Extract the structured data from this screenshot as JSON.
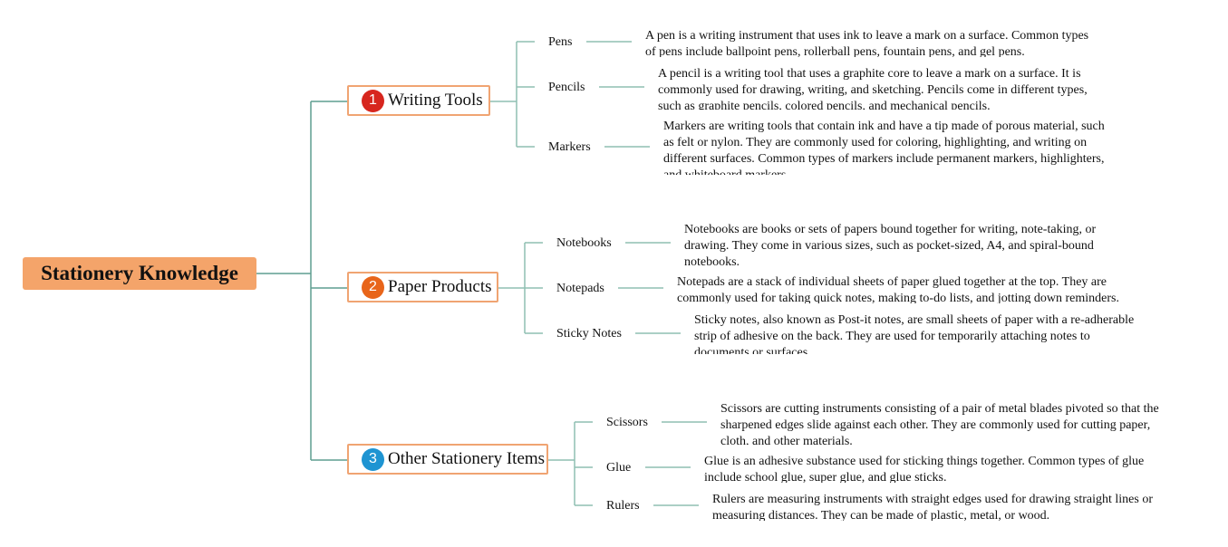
{
  "root": {
    "label": "Stationery Knowledge"
  },
  "branches": [
    {
      "number": "1",
      "label": "Writing Tools",
      "badge_color": "#d7261e",
      "items": [
        {
          "label": "Pens",
          "description": "A pen is a writing instrument that uses ink to leave a mark on a surface. Common types of pens include ballpoint pens, rollerball pens, fountain pens, and gel pens."
        },
        {
          "label": "Pencils",
          "description": "A pencil is a writing tool that uses a graphite core to leave a mark on a surface. It is commonly used for drawing, writing, and sketching. Pencils come in different types, such as graphite pencils, colored pencils, and mechanical pencils."
        },
        {
          "label": "Markers",
          "description": "Markers are writing tools that contain ink and have a tip made of porous material, such as felt or nylon. They are commonly used for coloring, highlighting, and writing on different surfaces. Common types of markers include permanent markers, highlighters, and whiteboard markers."
        }
      ]
    },
    {
      "number": "2",
      "label": "Paper Products",
      "badge_color": "#e8651a",
      "items": [
        {
          "label": "Notebooks",
          "description": "Notebooks are books or sets of papers bound together for writing, note-taking, or drawing. They come in various sizes, such as pocket-sized, A4, and spiral-bound notebooks."
        },
        {
          "label": "Notepads",
          "description": "Notepads are a stack of individual sheets of paper glued together at the top. They are commonly used for taking quick notes, making to-do lists, and jotting down reminders."
        },
        {
          "label": "Sticky Notes",
          "description": "Sticky notes, also known as Post-it notes, are small sheets of paper with a re-adherable strip of adhesive on the back. They are used for temporarily attaching notes to documents or surfaces."
        }
      ]
    },
    {
      "number": "3",
      "label": "Other Stationery Items",
      "badge_color": "#1e94d2",
      "items": [
        {
          "label": "Scissors",
          "description": "Scissors are cutting instruments consisting of a pair of metal blades pivoted so that the sharpened edges slide against each other. They are commonly used for cutting paper, cloth, and other materials."
        },
        {
          "label": "Glue",
          "description": "Glue is an adhesive substance used for sticking things together. Common types of glue include school glue, super glue, and glue sticks."
        },
        {
          "label": "Rulers",
          "description": "Rulers are measuring instruments with straight edges used for drawing straight lines or measuring distances. They can be made of plastic, metal, or wood."
        }
      ]
    }
  ],
  "colors": {
    "root_fill": "#f4a46a",
    "branch_border": "#f0a472",
    "connector": "#8fbfb2"
  }
}
